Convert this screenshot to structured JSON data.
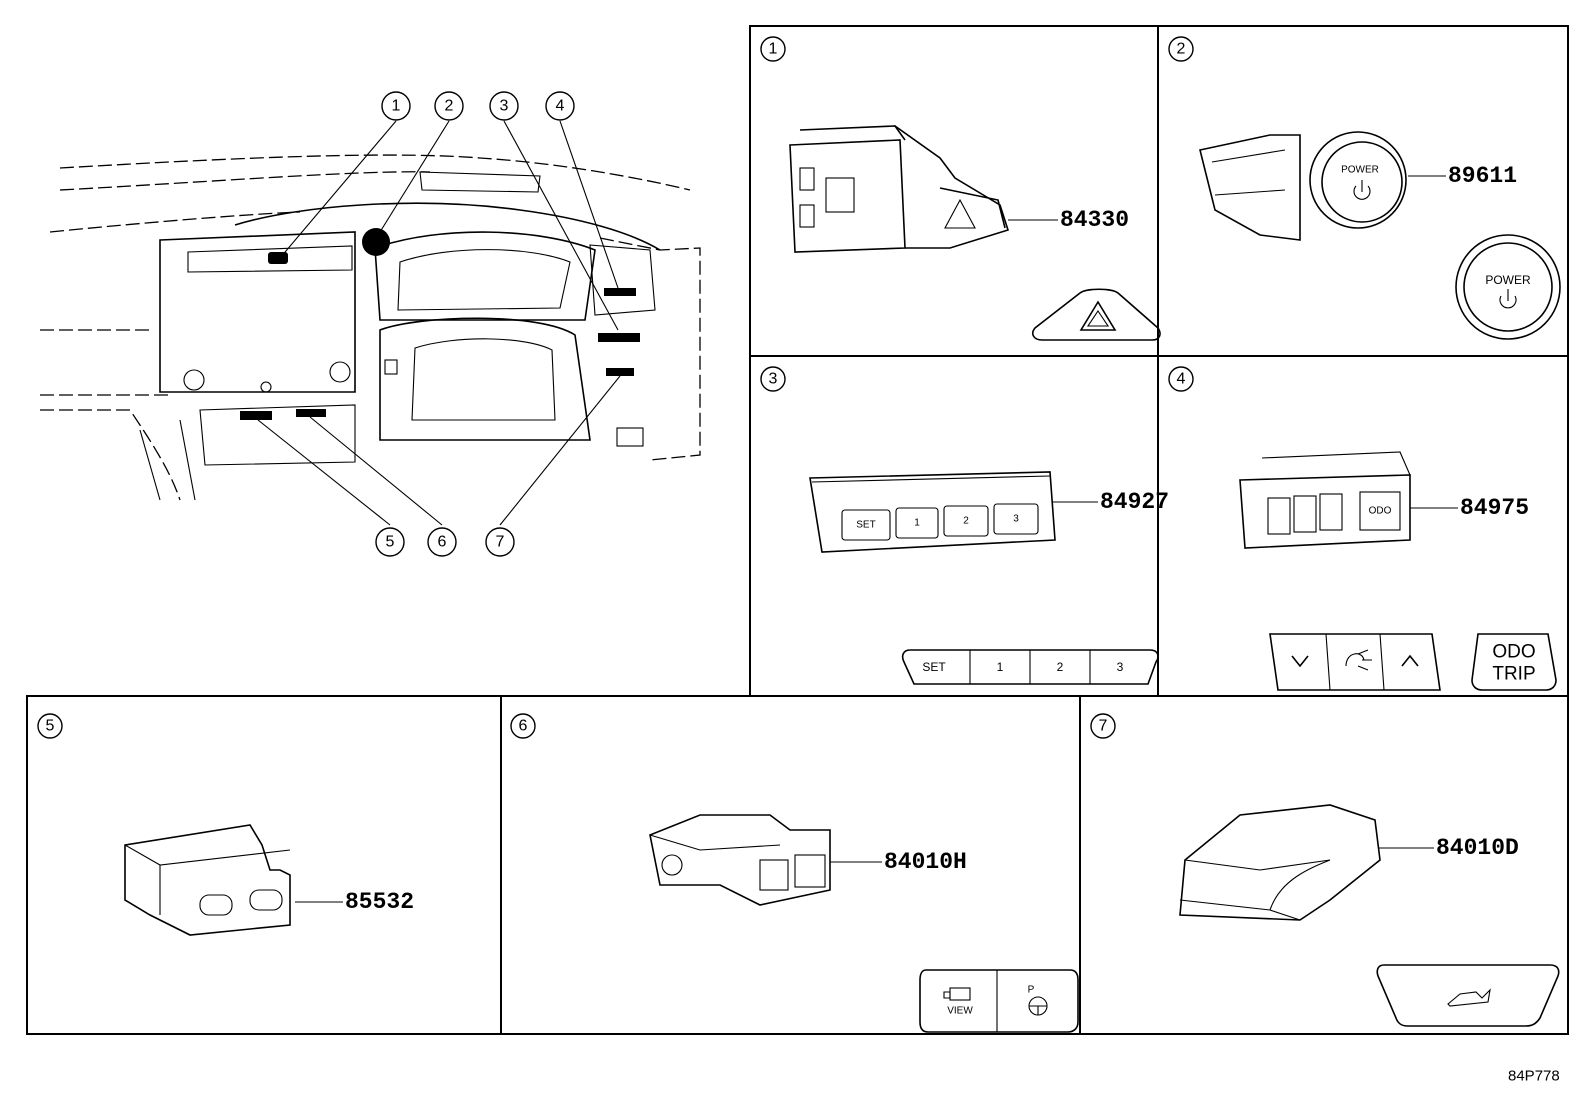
{
  "overview": {
    "callouts": [
      "1",
      "2",
      "3",
      "4",
      "5",
      "6",
      "7"
    ]
  },
  "panels": [
    {
      "index": "1",
      "part_number": "84330",
      "icon": "hazard-triangle-icon"
    },
    {
      "index": "2",
      "part_number": "89611",
      "button_label": "POWER",
      "icon": "power-icon"
    },
    {
      "index": "3",
      "part_number": "84927",
      "buttons": [
        "SET",
        "1",
        "2",
        "3"
      ]
    },
    {
      "index": "4",
      "part_number": "84975",
      "buttons": [
        "ODO",
        "TRIP"
      ],
      "icons": [
        "chevron-down-icon",
        "dimmer-icon",
        "chevron-up-icon"
      ]
    },
    {
      "index": "5",
      "part_number": "85532",
      "icon": "usb-port-icon"
    },
    {
      "index": "6",
      "part_number": "84010H",
      "buttons": [
        "VIEW",
        "P"
      ],
      "icons": [
        "camera-view-icon",
        "parking-steering-icon"
      ]
    },
    {
      "index": "7",
      "part_number": "84010D",
      "icon": "trunk-open-icon"
    }
  ],
  "diagram_ref": "84P778"
}
